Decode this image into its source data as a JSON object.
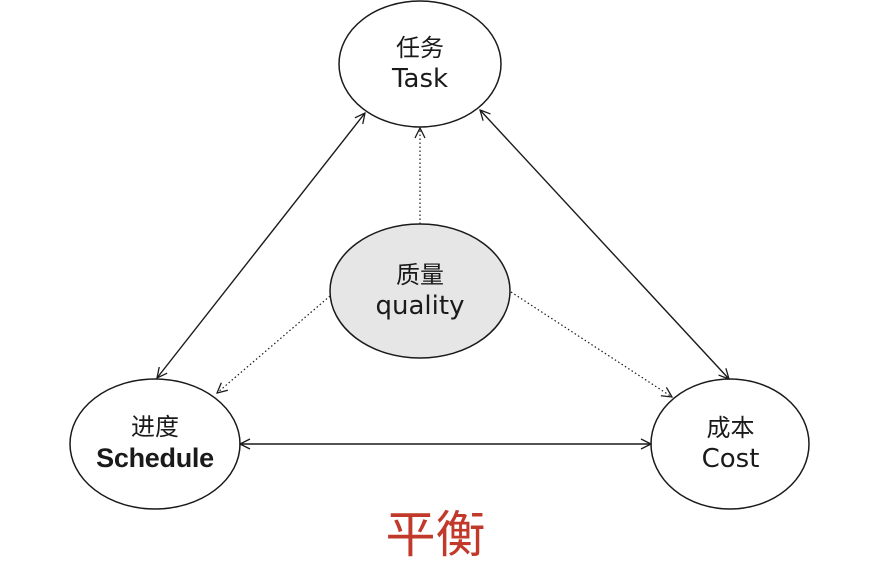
{
  "nodes": {
    "task": {
      "zh": "任务",
      "en": "Task"
    },
    "quality": {
      "zh": "质量",
      "en": "quality"
    },
    "schedule": {
      "zh": "进度",
      "en": "Schedule"
    },
    "cost": {
      "zh": "成本",
      "en": "Cost"
    }
  },
  "caption": "平衡",
  "colors": {
    "caption": "#c0392b",
    "quality_fill": "#e6e6e6",
    "node_fill": "#ffffff",
    "stroke": "#1a1a1a"
  }
}
